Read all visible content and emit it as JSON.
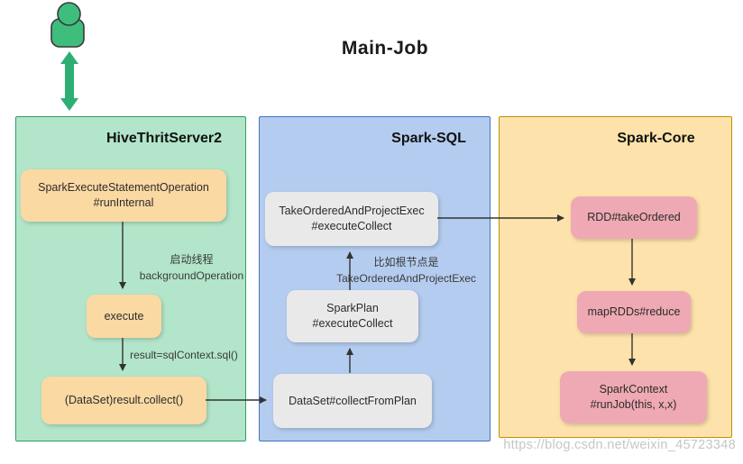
{
  "title": "Main-Job",
  "watermark": "https://blog.csdn.net/weixin_45723348",
  "colors": {
    "panel_green": "#b2e5c9",
    "panel_green_border": "#2f9e63",
    "panel_blue": "#b4ccef",
    "panel_blue_border": "#4472c4",
    "panel_yellow": "#fde3ab",
    "panel_yellow_border": "#bf9000",
    "node_orange": "#fbd9a3",
    "node_gray": "#e9e9e9",
    "node_pink": "#efa9b4",
    "actor_green": "#3ebd7d",
    "arrow_green": "#2fae74",
    "connector": "#333333"
  },
  "icons": {
    "actor": "person-icon",
    "actor_link": "double-arrow-icon"
  },
  "panels": [
    {
      "title": "HiveThritServer2",
      "nodes": [
        {
          "lines": [
            "SparkExecuteStatementOperation",
            "#runInternal"
          ]
        },
        {
          "lines": [
            "execute"
          ]
        },
        {
          "lines": [
            "(DataSet)result.collect()"
          ]
        }
      ],
      "edge_labels": [
        {
          "lines": [
            "启动线程",
            "backgroundOperation"
          ]
        },
        {
          "lines": [
            "result=sqlContext.sql()"
          ]
        }
      ]
    },
    {
      "title": "Spark-SQL",
      "nodes": [
        {
          "lines": [
            "TakeOrderedAndProjectExec",
            "#executeCollect"
          ]
        },
        {
          "lines": [
            "SparkPlan",
            "#executeCollect"
          ]
        },
        {
          "lines": [
            "DataSet#collectFromPlan"
          ]
        }
      ],
      "edge_labels": [
        {
          "lines": [
            "比如根节点是",
            "TakeOrderedAndProjectExec"
          ]
        }
      ]
    },
    {
      "title": "Spark-Core",
      "nodes": [
        {
          "lines": [
            "RDD#takeOrdered"
          ]
        },
        {
          "lines": [
            "mapRDDs#reduce"
          ]
        },
        {
          "lines": [
            "SparkContext",
            "#runJob(this, x,x)"
          ]
        }
      ],
      "edge_labels": []
    }
  ]
}
